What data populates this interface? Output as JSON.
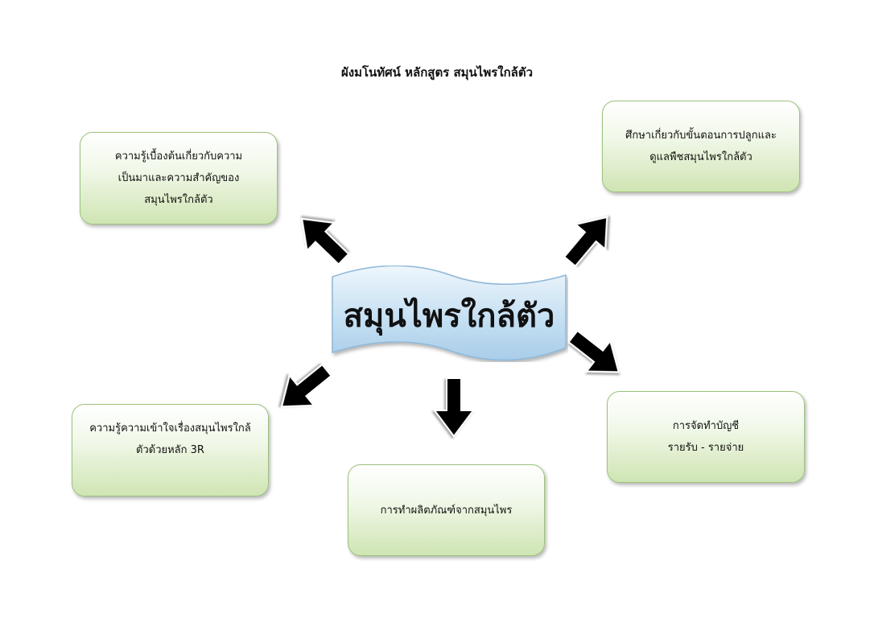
{
  "title": "ผังมโนทัศน์ หลักสูตร  สมุนไพรใกล้ตัว",
  "center": {
    "label": "สมุนไพรใกล้ตัว"
  },
  "nodes": {
    "top_left": {
      "lines": [
        "ความรู้เบื้องต้นเกี่ยวกับความ",
        "เป็นมาและความสำคัญของ",
        "สมุนไพรใกล้ตัว"
      ]
    },
    "top_right": {
      "lines": [
        "ศึกษาเกี่ยวกับขั้นตอนการปลูกและ",
        "ดูแลพืชสมุนไพรใกล้ตัว"
      ]
    },
    "bottom_left": {
      "lines": [
        "ความรู้ความเข้าใจเรื่องสมุนไพรใกล้",
        "ตัวด้วยหลัก 3R"
      ]
    },
    "bottom_center": {
      "lines": [
        "การทำผลิตภัณฑ์จากสมุนไพร"
      ]
    },
    "bottom_right": {
      "lines": [
        "การจัดทำบัญชี",
        "รายรับ - รายจ่าย"
      ]
    }
  },
  "colors": {
    "box_border": "#9cc27d",
    "box_fill_bottom": "#cfe5b3",
    "banner_fill": "#c6e0f3",
    "banner_border": "#8fb8d8",
    "arrow": "#000000"
  }
}
